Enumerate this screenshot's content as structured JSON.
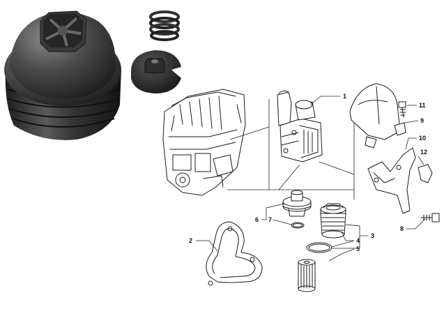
{
  "callouts": [
    {
      "key": "c1",
      "text": "1"
    },
    {
      "key": "c2",
      "text": "2"
    },
    {
      "key": "c3",
      "text": "3"
    },
    {
      "key": "c4",
      "text": "4"
    },
    {
      "key": "c5",
      "text": "5"
    },
    {
      "key": "c6",
      "text": "6"
    },
    {
      "key": "c7",
      "text": "7"
    },
    {
      "key": "c8",
      "text": "8"
    },
    {
      "key": "c9",
      "text": "9"
    },
    {
      "key": "c10",
      "text": "10"
    },
    {
      "key": "c11",
      "text": "11"
    },
    {
      "key": "c12",
      "text": "12"
    }
  ],
  "colors": {
    "background": "#ffffff",
    "photo_dark": "#2a2a2a",
    "photo_mid": "#4a4a4a",
    "line": "#1a1a1a"
  },
  "icons": [
    "oil-filter-cap-photo",
    "spring-photo",
    "rubber-seal-photo",
    "engine-block-drawing",
    "oil-filter-housing-drawing",
    "heat-shield-drawing",
    "mounting-bracket-drawing",
    "bolt-drawing",
    "gasket-drawing",
    "filler-cap-drawing",
    "filter-cartridge-drawing",
    "o-ring-drawing"
  ]
}
